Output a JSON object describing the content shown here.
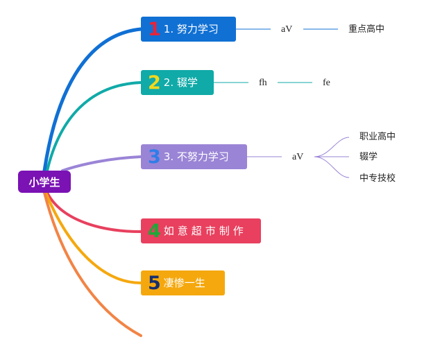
{
  "root": {
    "label": "小学生",
    "color": "#7a12b4"
  },
  "branches": [
    {
      "num": "1",
      "label": "1. 努力学习",
      "bg": "#1070d4",
      "num_color": "#e8243a",
      "line": "#1070d4"
    },
    {
      "num": "2",
      "label": "2. 辍学",
      "bg": "#10aaa8",
      "num_color": "#f2d81c",
      "line": "#10aaa8"
    },
    {
      "num": "3",
      "label": "3. 不努力学习",
      "bg": "#9a84d6",
      "num_color": "#2f7de8",
      "line": "#9a84d6"
    },
    {
      "num": "4",
      "label": "如意超市制作",
      "bg": "#e8405e",
      "num_color": "#1ea838",
      "line": "#e8405e"
    },
    {
      "num": "5",
      "label": "凄惨一生",
      "bg": "#f5a80e",
      "num_color": "#172f6e",
      "line": "#f5a80e"
    }
  ],
  "extra_branch_color": "#f28445",
  "subnodes": {
    "b1_child": "aV",
    "b1_grandchild": "重点高中",
    "b2_child": "fh",
    "b2_grandchild": "fe",
    "b3_child": "aV",
    "b3_grandchildren": [
      "职业高中",
      "辍学",
      "中专技校"
    ]
  }
}
